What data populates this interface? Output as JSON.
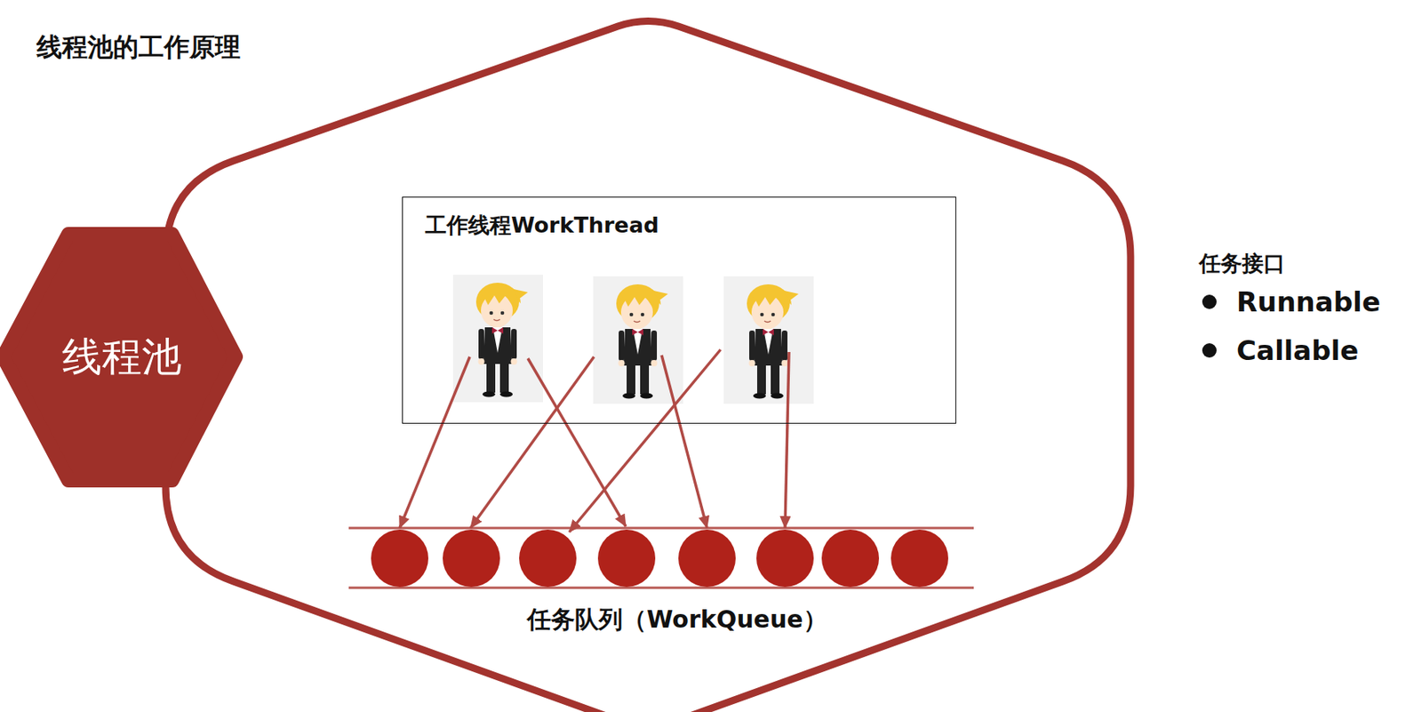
{
  "diagram": {
    "title": "线程池的工作原理",
    "nodes": [
      {
        "text": [
          "线程池"
        ]
      },
      {
        "text": [
          "工作线程WorkThread"
        ]
      },
      {
        "text": [
          "任务队列（WorkQueue）"
        ]
      }
    ],
    "labels": [
      "任务接口",
      "Runnable",
      "Callable"
    ]
  }
}
